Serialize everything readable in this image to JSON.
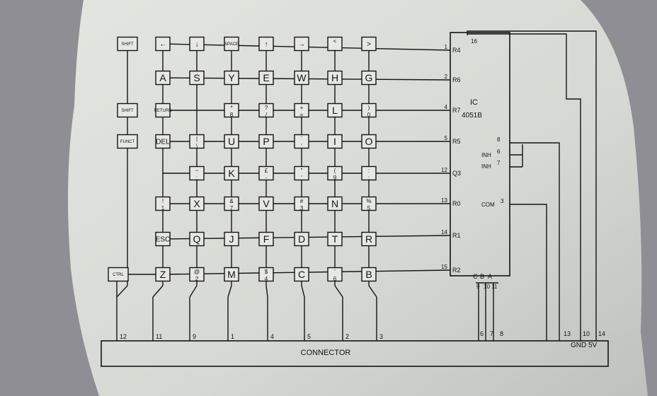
{
  "connector": {
    "label": "CONNECTOR",
    "gnd_label": "GND",
    "v_label": "5V"
  },
  "ic": {
    "name": "IC",
    "part": "4051B"
  },
  "ic_left_pins": [
    {
      "pin": "1",
      "name": "R4"
    },
    {
      "pin": "2",
      "name": "R6"
    },
    {
      "pin": "4",
      "name": "R7"
    },
    {
      "pin": "5",
      "name": "R5"
    },
    {
      "pin": "12",
      "name": "Q3"
    },
    {
      "pin": "13",
      "name": "R0"
    },
    {
      "pin": "14",
      "name": "R1"
    },
    {
      "pin": "15",
      "name": "R2"
    }
  ],
  "ic_right_pins": [
    {
      "pin": "16",
      "name": ""
    },
    {
      "pin": "8",
      "name": ""
    },
    {
      "pin": "6",
      "name": "INH"
    },
    {
      "pin": "7",
      "name": "INH"
    },
    {
      "pin": "3",
      "name": "COM"
    }
  ],
  "ic_bottom_pins": [
    {
      "pin": "9",
      "name": "C"
    },
    {
      "pin": "10",
      "name": "B"
    },
    {
      "pin": "11",
      "name": "A"
    }
  ],
  "column_pins": [
    "12",
    "11",
    "9",
    "1",
    "4",
    "5",
    "2",
    "3"
  ],
  "connector_right_pins": [
    "6",
    "7",
    "8",
    "13",
    "10",
    "14"
  ],
  "side_keys": [
    {
      "row": 0,
      "col": 0,
      "lines": [
        "SHIFT"
      ]
    },
    {
      "row": 2,
      "col": 0,
      "lines": [
        "SHIFT"
      ]
    },
    {
      "row": 3,
      "col": 0,
      "lines": [
        "FUNCT"
      ]
    },
    {
      "row": 7,
      "col": -1,
      "lines": [
        "CTRL"
      ]
    }
  ],
  "keys": [
    {
      "row": 0,
      "col": 1,
      "lines": [
        "←"
      ]
    },
    {
      "row": 0,
      "col": 2,
      "lines": [
        "↓"
      ]
    },
    {
      "row": 0,
      "col": 3,
      "lines": [
        "SPACE"
      ]
    },
    {
      "row": 0,
      "col": 4,
      "lines": [
        "↑"
      ]
    },
    {
      "row": 0,
      "col": 5,
      "lines": [
        "→"
      ]
    },
    {
      "row": 0,
      "col": 6,
      "lines": [
        "<",
        ","
      ]
    },
    {
      "row": 0,
      "col": 7,
      "lines": [
        ">"
      ]
    },
    {
      "row": 1,
      "col": 1,
      "lines": [
        "A"
      ]
    },
    {
      "row": 1,
      "col": 2,
      "lines": [
        "S"
      ]
    },
    {
      "row": 1,
      "col": 3,
      "lines": [
        "Y"
      ]
    },
    {
      "row": 1,
      "col": 4,
      "lines": [
        "E"
      ]
    },
    {
      "row": 1,
      "col": 5,
      "lines": [
        "W"
      ]
    },
    {
      "row": 1,
      "col": 6,
      "lines": [
        "H"
      ]
    },
    {
      "row": 1,
      "col": 7,
      "lines": [
        "G"
      ]
    },
    {
      "row": 2,
      "col": 1,
      "lines": [
        "RETURN"
      ]
    },
    {
      "row": 2,
      "col": 3,
      "lines": [
        "*",
        "8"
      ]
    },
    {
      "row": 2,
      "col": 4,
      "lines": [
        "?",
        "/"
      ]
    },
    {
      "row": 2,
      "col": 5,
      "lines": [
        "+",
        "="
      ]
    },
    {
      "row": 2,
      "col": 6,
      "lines": [
        "L"
      ]
    },
    {
      "row": 2,
      "col": 7,
      "lines": [
        ")",
        "0"
      ]
    },
    {
      "row": 3,
      "col": 1,
      "lines": [
        "DEL"
      ]
    },
    {
      "row": 3,
      "col": 2,
      "lines": [
        "|",
        "\\"
      ]
    },
    {
      "row": 3,
      "col": 3,
      "lines": [
        "U"
      ]
    },
    {
      "row": 3,
      "col": 4,
      "lines": [
        "P"
      ]
    },
    {
      "row": 3,
      "col": 5,
      "lines": [
        "`",
        "'"
      ]
    },
    {
      "row": 3,
      "col": 6,
      "lines": [
        "I"
      ]
    },
    {
      "row": 3,
      "col": 7,
      "lines": [
        "O"
      ]
    },
    {
      "row": 4,
      "col": 2,
      "lines": [
        "~",
        ";"
      ]
    },
    {
      "row": 4,
      "col": 3,
      "lines": [
        "K"
      ]
    },
    {
      "row": 4,
      "col": 4,
      "lines": [
        "£",
        "-"
      ]
    },
    {
      "row": 4,
      "col": 5,
      "lines": [
        "\"",
        "'"
      ]
    },
    {
      "row": 4,
      "col": 6,
      "lines": [
        "(",
        "9"
      ]
    },
    {
      "row": 4,
      "col": 7,
      "lines": [
        ":",
        ";"
      ]
    },
    {
      "row": 5,
      "col": 1,
      "lines": [
        "!",
        "1"
      ]
    },
    {
      "row": 5,
      "col": 2,
      "lines": [
        "X"
      ]
    },
    {
      "row": 5,
      "col": 3,
      "lines": [
        "&",
        "7"
      ]
    },
    {
      "row": 5,
      "col": 4,
      "lines": [
        "V"
      ]
    },
    {
      "row": 5,
      "col": 5,
      "lines": [
        "#",
        "3"
      ]
    },
    {
      "row": 5,
      "col": 6,
      "lines": [
        "N"
      ]
    },
    {
      "row": 5,
      "col": 7,
      "lines": [
        "%",
        "5"
      ]
    },
    {
      "row": 6,
      "col": 1,
      "lines": [
        "ESC"
      ]
    },
    {
      "row": 6,
      "col": 2,
      "lines": [
        "Q"
      ]
    },
    {
      "row": 6,
      "col": 3,
      "lines": [
        "J"
      ]
    },
    {
      "row": 6,
      "col": 4,
      "lines": [
        "F"
      ]
    },
    {
      "row": 6,
      "col": 5,
      "lines": [
        "D"
      ]
    },
    {
      "row": 6,
      "col": 6,
      "lines": [
        "T"
      ]
    },
    {
      "row": 6,
      "col": 7,
      "lines": [
        "R"
      ]
    },
    {
      "row": 7,
      "col": 1,
      "lines": [
        "Z"
      ]
    },
    {
      "row": 7,
      "col": 2,
      "lines": [
        "@",
        "2"
      ]
    },
    {
      "row": 7,
      "col": 3,
      "lines": [
        "M"
      ]
    },
    {
      "row": 7,
      "col": 4,
      "lines": [
        "$",
        "4"
      ]
    },
    {
      "row": 7,
      "col": 5,
      "lines": [
        "C"
      ]
    },
    {
      "row": 7,
      "col": 6,
      "lines": [
        "'",
        "6"
      ]
    },
    {
      "row": 7,
      "col": 7,
      "lines": [
        "B"
      ]
    }
  ],
  "colors": {
    "paper": "#d9dbd6",
    "ink": "#141414",
    "background": "#8e8e94"
  }
}
